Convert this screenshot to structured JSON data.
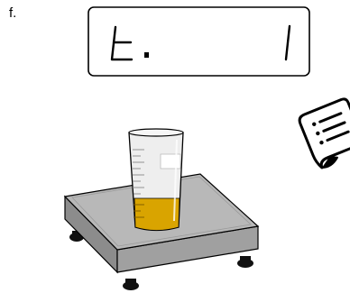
{
  "panel": {
    "label": "f."
  },
  "display": {
    "mode_text": "t.",
    "count_text": "1"
  },
  "icons": {
    "scale": "scale-icon",
    "glass": "measuring-glass-icon",
    "receipt": "printed-receipt-icon"
  },
  "glass": {
    "liquid_fill_fraction": 0.33
  },
  "colors": {
    "outline": "#000000",
    "display_bg": "#ffffff",
    "platform_top": "#b8b8b8",
    "platform_side": "#8c8c8c",
    "liquid": "#d9a400",
    "glass_tint": "#eeeeee"
  }
}
